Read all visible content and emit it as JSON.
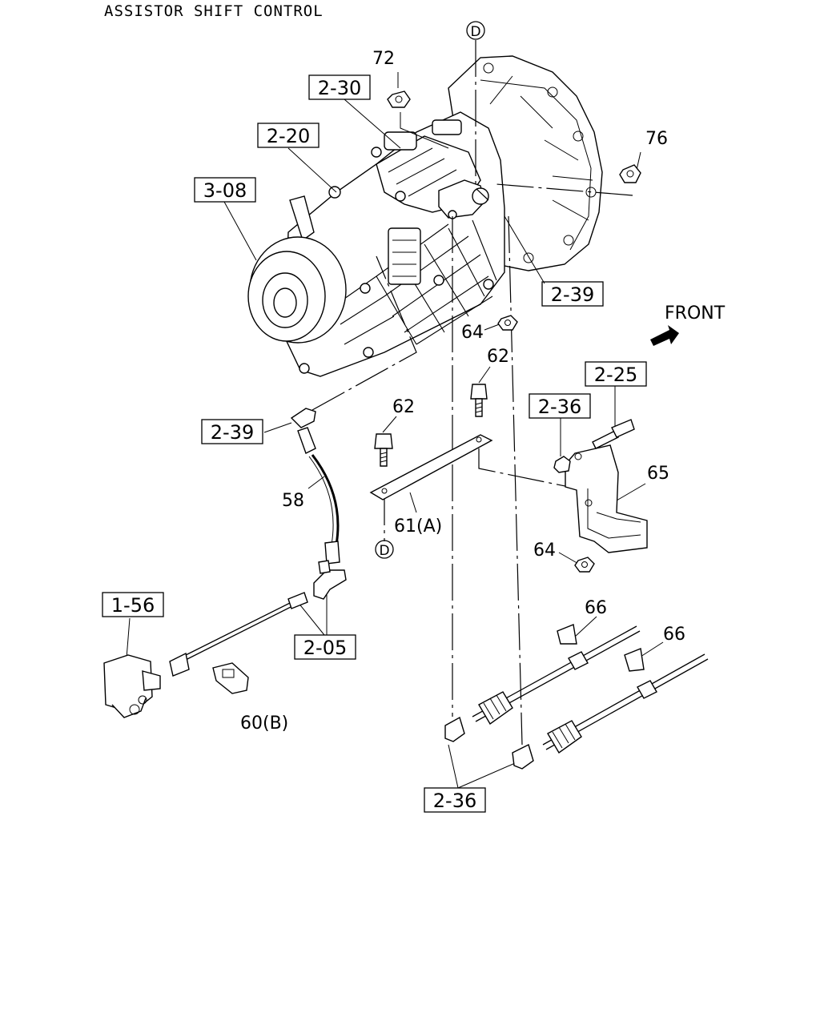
{
  "title": "ASSISTOR SHIFT CONTROL",
  "front_label": "FRONT",
  "ref_boxes": {
    "r230": "2-30",
    "r220": "2-20",
    "r308": "3-08",
    "r239a": "2-39",
    "r239b": "2-39",
    "r225": "2-25",
    "r236a": "2-36",
    "r156": "1-56",
    "r205": "2-05",
    "r236b": "2-36"
  },
  "part_labels": {
    "p72": "72",
    "p76": "76",
    "p64a": "64",
    "p62a": "62",
    "p62b": "62",
    "p65": "65",
    "p58": "58",
    "p61": "61(A)",
    "p64b": "64",
    "p66a": "66",
    "p66b": "66",
    "p60": "60(B)"
  },
  "circle_markers": {
    "d_top": "D",
    "d_bottom": "D"
  }
}
